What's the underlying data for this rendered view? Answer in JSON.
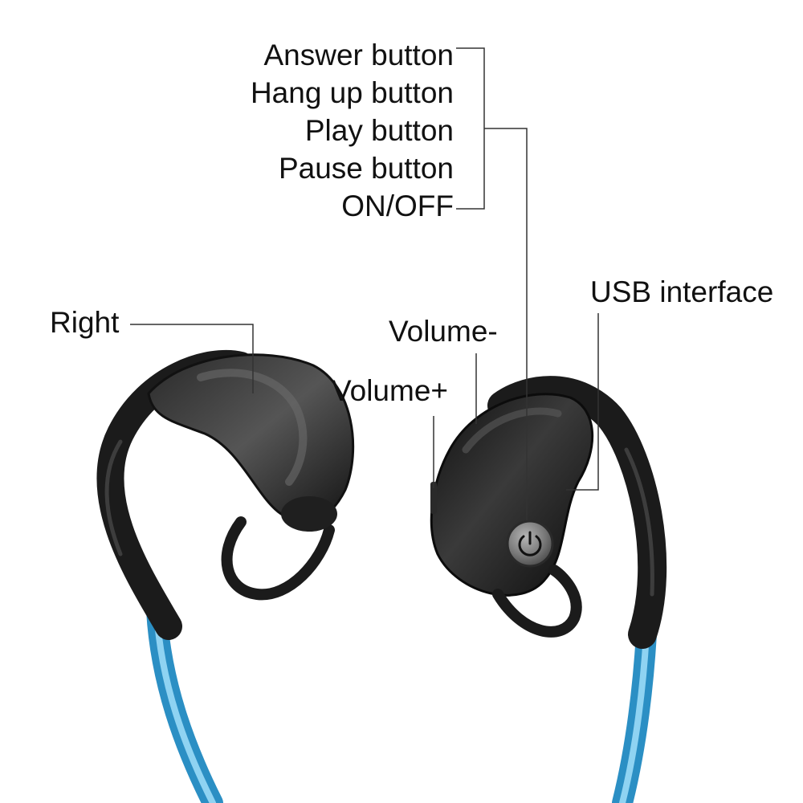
{
  "labels": {
    "answer": "Answer button",
    "hangup": "Hang up button",
    "play": "Play button",
    "pause": "Pause button",
    "onoff": "ON/OFF",
    "right": "Right",
    "volume_minus": "Volume-",
    "volume_plus": "Volume+",
    "usb": "USB interface"
  },
  "colors": {
    "earpiece_body": "#1b1b1b",
    "earpiece_highlight": "#4a4a4a",
    "cable": "#3fa9dc",
    "cable_highlight": "#8fd3f2",
    "leader_line": "#333333"
  },
  "icons": {
    "power": "power-icon"
  }
}
